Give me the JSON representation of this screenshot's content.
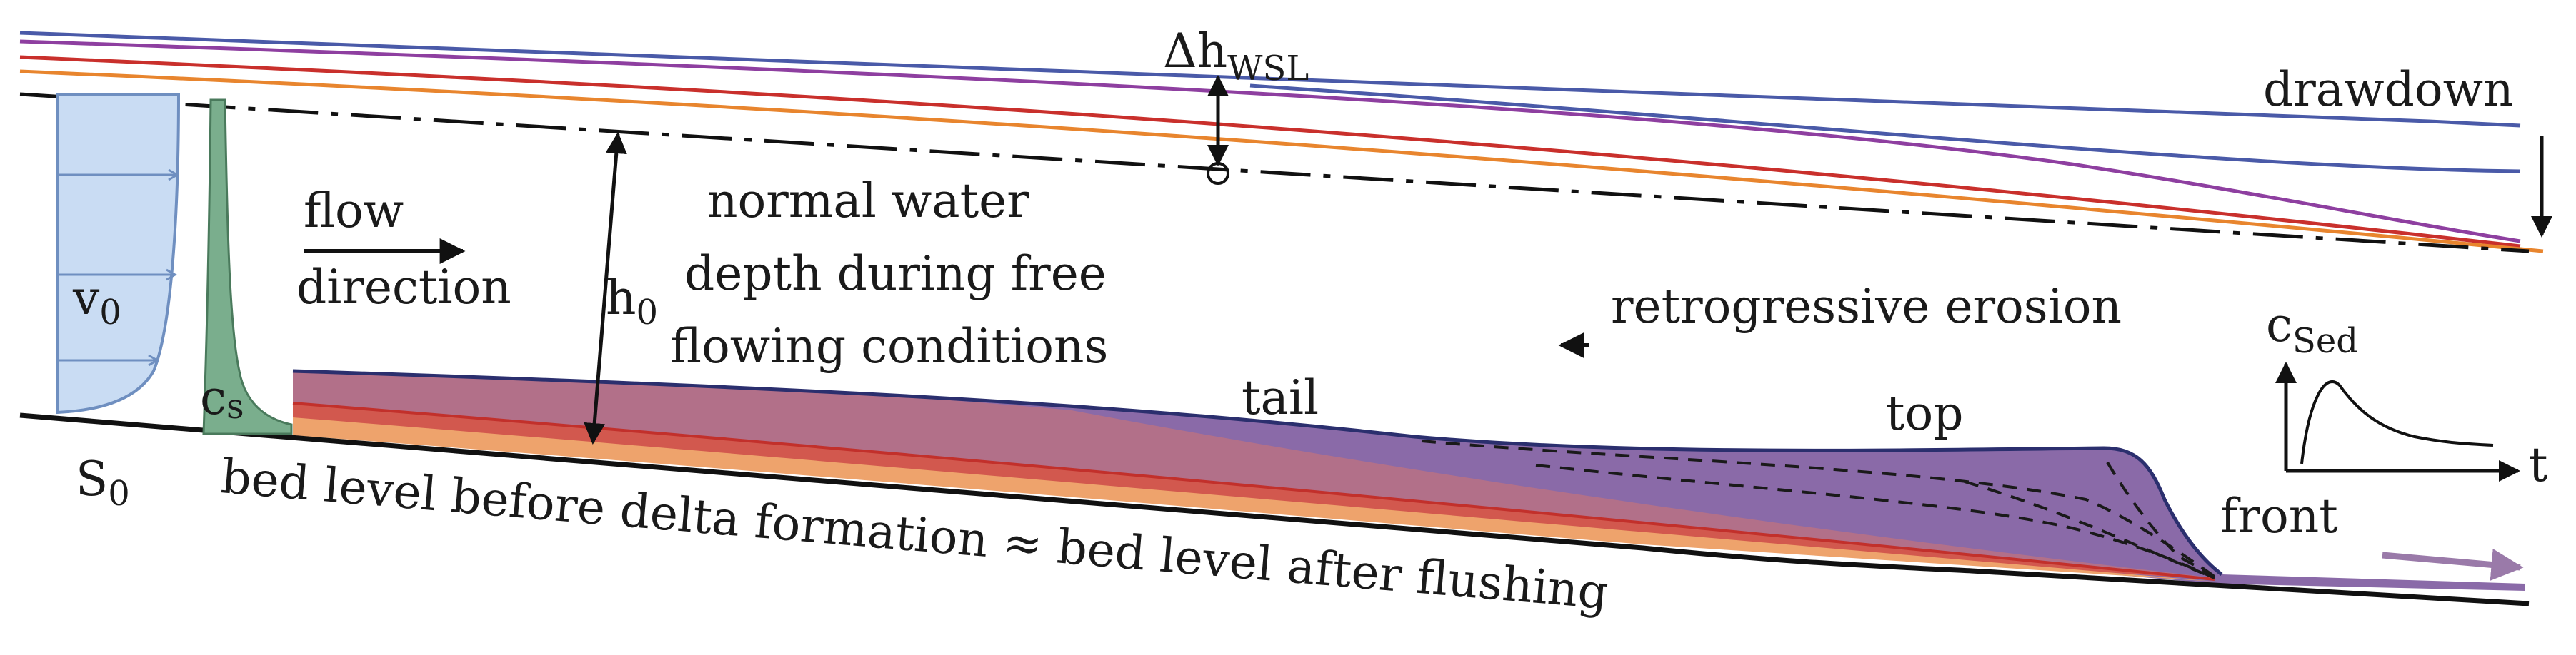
{
  "labels": {
    "delta_h": "Δh",
    "delta_h_sub": "WSL",
    "drawdown": "drawdown",
    "flow_1": "flow",
    "flow_2": "direction",
    "v0": "v",
    "v0_sub": "0",
    "cs": "c",
    "cs_sub": "s",
    "h0": "h",
    "h0_sub": "0",
    "normal_1": "normal water",
    "normal_2": "depth during free",
    "normal_3": "flowing conditions",
    "retro": "retrogressive erosion",
    "csed": "c",
    "csed_sub": "Sed",
    "t_axis": "t",
    "tail": "tail",
    "top": "top",
    "front": "front",
    "s0": "S",
    "s0_sub": "0",
    "bed": "bed level before delta formation ≈ bed level after flushing"
  },
  "colors": {
    "line": "#111111",
    "wsl_blue": "#4a5aa8",
    "wsl_purple": "#8e3fa0",
    "wsl_red": "#c9302c",
    "wsl_orange": "#e8852e",
    "velocity_fill": "#c9dcf3",
    "velocity_stroke": "#6f8fc0",
    "concentration_fill": "#7aae8d",
    "delta_purple": "#8a6aa8",
    "delta_mauve": "#b27089",
    "delta_red": "#d2584e",
    "delta_orange": "#eea36c",
    "arrow_mauve": "#9a7aa9"
  }
}
